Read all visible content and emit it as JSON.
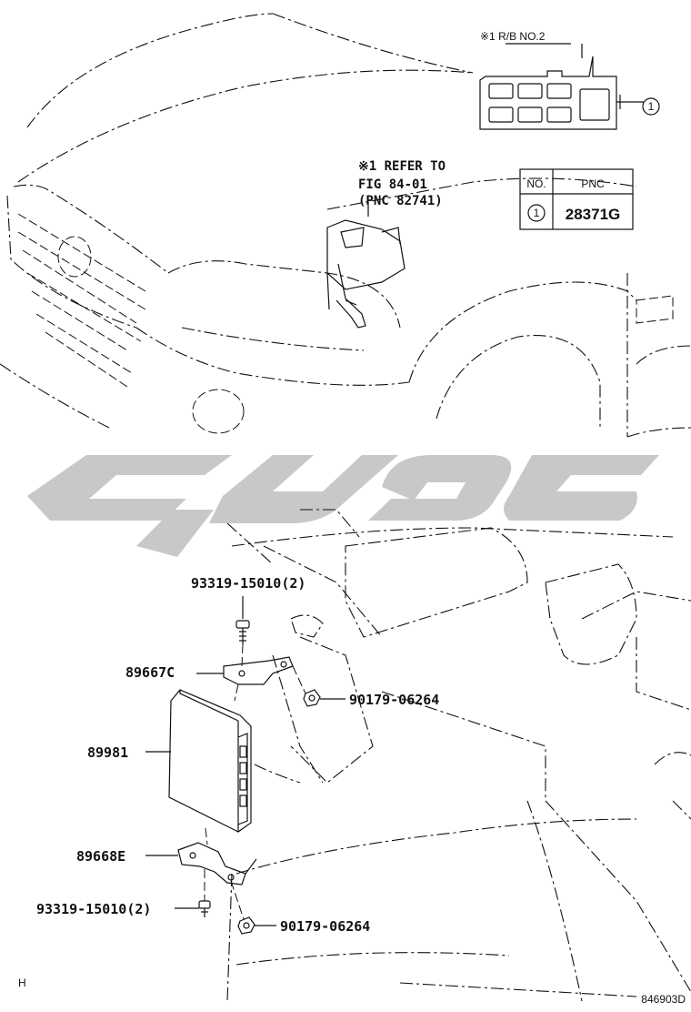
{
  "relay_box": {
    "label": "※1 R/B NO.2",
    "callout": "1"
  },
  "refer_note": {
    "line1": "※1 REFER TO",
    "line2": "FIG 84-01",
    "line3": "(PNC 82741)"
  },
  "pnc_table": {
    "headers": [
      "NO.",
      "PNC"
    ],
    "rows": [
      {
        "no": "1",
        "pnc": "28371G"
      }
    ]
  },
  "parts": {
    "bolt_top": "93319-15010(2)",
    "bracket_top": "89667C",
    "nut_top": "90179-06264",
    "ecu": "89981",
    "bracket_bottom": "89668E",
    "bolt_bottom": "93319-15010(2)",
    "nut_bottom": "90179-06264"
  },
  "footer": {
    "left_mark": "H",
    "diagram_code": "846903D"
  },
  "colors": {
    "line": "#111111",
    "watermark": "#c8c8c8"
  }
}
